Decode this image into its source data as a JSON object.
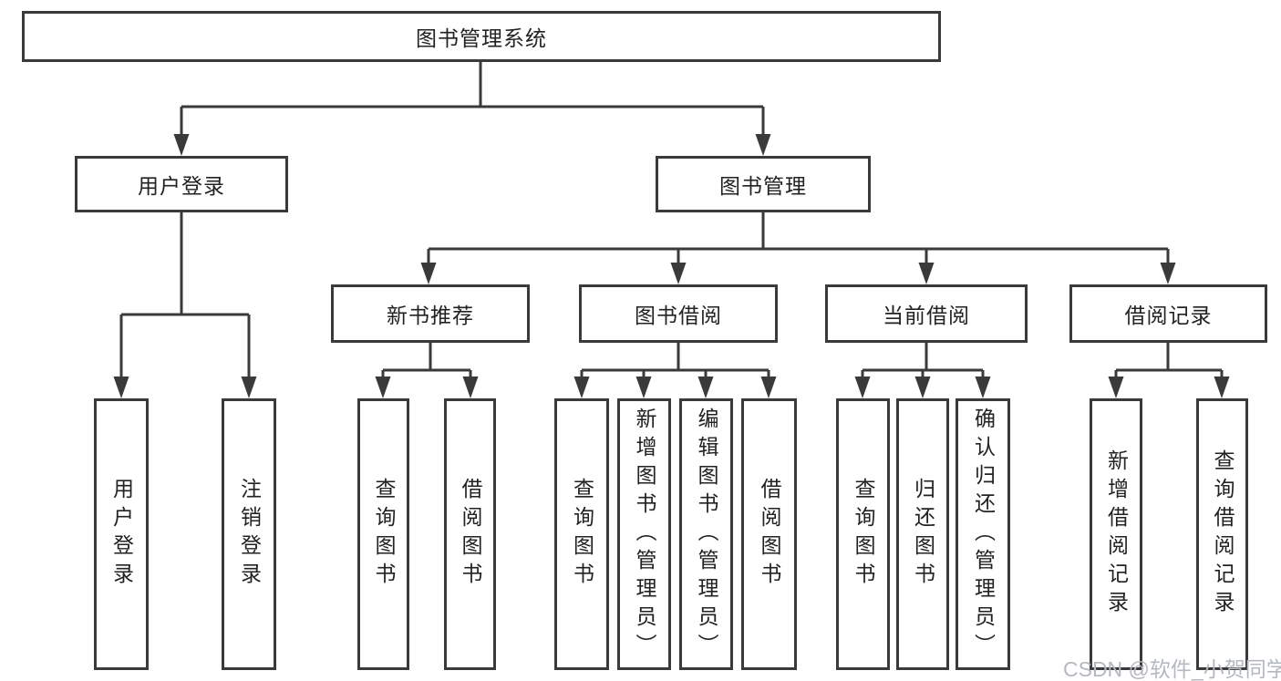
{
  "colors": {
    "line": "#3a3a3a",
    "text": "#222222",
    "box-bg": "#ffffff",
    "watermark-color": "#b4b8bf",
    "background": "#ffffff"
  },
  "watermark": {
    "text": "CSDN @软件_小贺同学"
  },
  "tree": {
    "label": "图书管理系统",
    "children": [
      {
        "label": "用户登录",
        "children": [
          {
            "label": "用户登录"
          },
          {
            "label": "注销登录"
          }
        ]
      },
      {
        "label": "图书管理",
        "children": [
          {
            "label": "新书推荐",
            "children": [
              {
                "label": "查询图书"
              },
              {
                "label": "借阅图书"
              }
            ]
          },
          {
            "label": "图书借阅",
            "children": [
              {
                "label": "查询图书"
              },
              {
                "label": "新增图书（管理员）"
              },
              {
                "label": "编辑图书（管理员）"
              },
              {
                "label": "借阅图书"
              }
            ]
          },
          {
            "label": "当前借阅",
            "children": [
              {
                "label": "查询图书"
              },
              {
                "label": "归还图书"
              },
              {
                "label": "确认归还（管理员）"
              }
            ]
          },
          {
            "label": "借阅记录",
            "children": [
              {
                "label": "新增借阅记录"
              },
              {
                "label": "查询借阅记录"
              }
            ]
          }
        ]
      }
    ]
  }
}
